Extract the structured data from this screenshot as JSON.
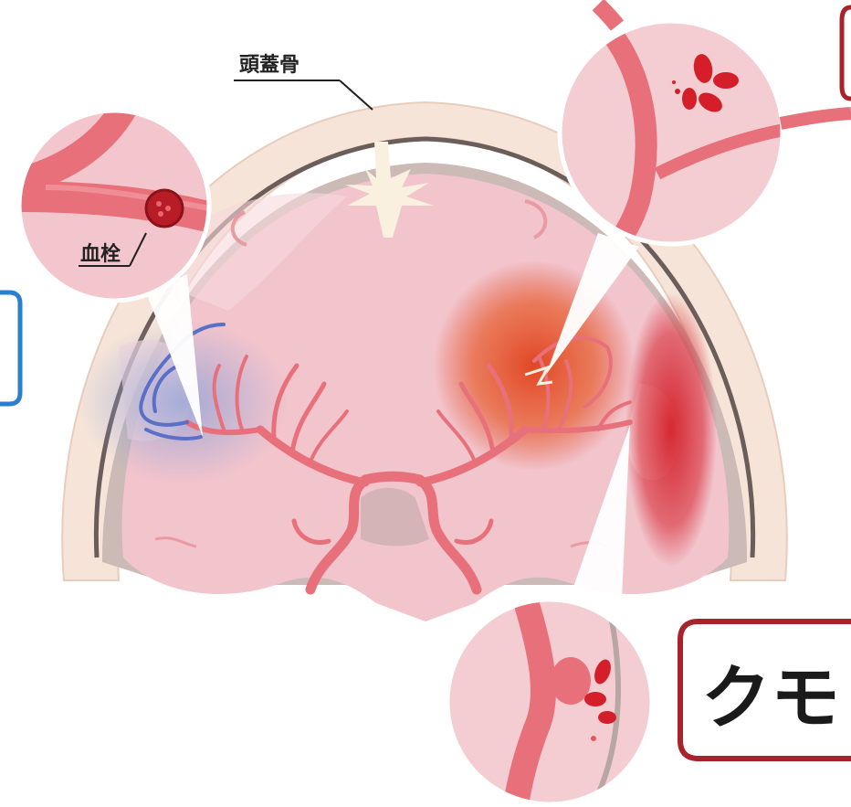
{
  "labels": {
    "skull": "頭蓋骨",
    "thrombus": "血栓",
    "subarachnoid_fragment": "クモ"
  },
  "colors": {
    "artery": "#e8707a",
    "artery_dark": "#c9555f",
    "brain": "#f2c4cc",
    "brain_light": "#f7d8dc",
    "skull": "#f6e4d8",
    "skull_inner": "#b8a6a3",
    "ischemia": "#8aa0d8",
    "hemorrhage": "#e0401c",
    "bleed": "#d41f2a",
    "callout_blue": "#2a7fd0",
    "callout_red": "#a8242c"
  },
  "icons": {
    "thrombus": "clot-icon",
    "bleed": "blood-drop-icon"
  }
}
